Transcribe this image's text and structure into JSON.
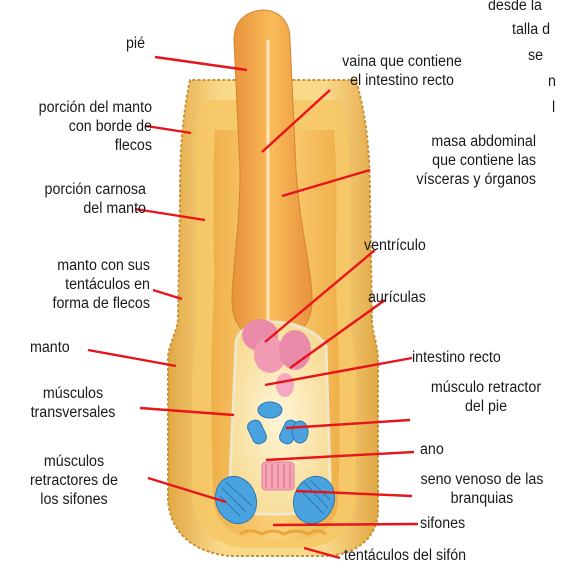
{
  "corner_text": [
    "desde la",
    "talla d",
    "se",
    "n",
    "l"
  ],
  "labels": {
    "pie": "pié",
    "vaina": "vaina que contiene\nel intestino recto",
    "porcion_manto_flecos": "porción del manto\ncon borde de\nflecos",
    "masa_abdominal": "masa abdominal\nque contiene las\nvísceras y órganos",
    "porcion_carnosa": "porción carnosa\ndel manto",
    "ventriculo": "ventrículo",
    "manto_tentaculos": "manto con sus\ntentáculos en\nforma de flecos",
    "auriculas": "aurículas",
    "manto": "manto",
    "intestino_recto": "intestino recto",
    "musculos_transversales": "músculos\ntransversales",
    "musculo_retractor": "músculo retractor\ndel pie",
    "ano": "ano",
    "musculos_retractores": "músculos\nretractores de\nlos sifones",
    "seno_venoso": "seno venoso de las\nbranquias",
    "sifones": "sifones",
    "tentaculos_sifon": "tentáculos del sifón"
  },
  "colors": {
    "leader": "#e8141b",
    "mantle_edge": "#d29a2e",
    "mantle": "#f7d37a",
    "flesh": "#f4b94e",
    "foot": "#f2a542",
    "cavity": "#fdf0c8",
    "heart": "#e98aa8",
    "muscle": "#4aa3de",
    "intestine": "#f7a6b8"
  }
}
